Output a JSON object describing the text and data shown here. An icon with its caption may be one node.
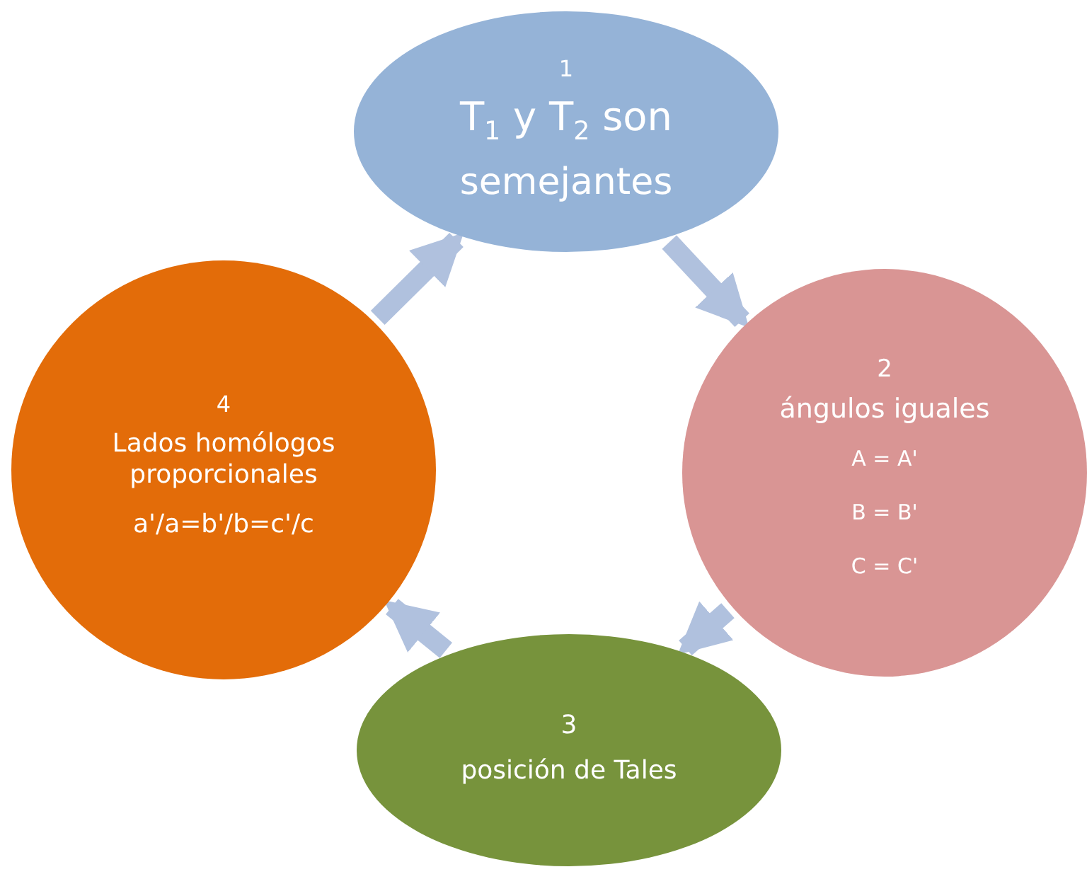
{
  "diagram": {
    "nodes": [
      {
        "text": [
          "1",
          "T$_{1}$ y T$_{2}$ son",
          "semejantes"
        ]
      },
      {
        "text": [
          "2",
          "ángulos iguales",
          "A = A'",
          "B = B'",
          "C = C'"
        ]
      },
      {
        "text": [
          "3",
          "posición de Tales"
        ]
      },
      {
        "text": [
          "4",
          "Lados homólogos proporcionales",
          "a'/a=b'/b=c'/c"
        ]
      }
    ],
    "edges": [
      {
        "from": 0,
        "to": 1,
        "arrow": "to"
      },
      {
        "from": 1,
        "to": 2,
        "arrow": "to"
      },
      {
        "from": 2,
        "to": 3,
        "arrow": "to"
      },
      {
        "from": 3,
        "to": 0,
        "arrow": "to"
      }
    ]
  }
}
